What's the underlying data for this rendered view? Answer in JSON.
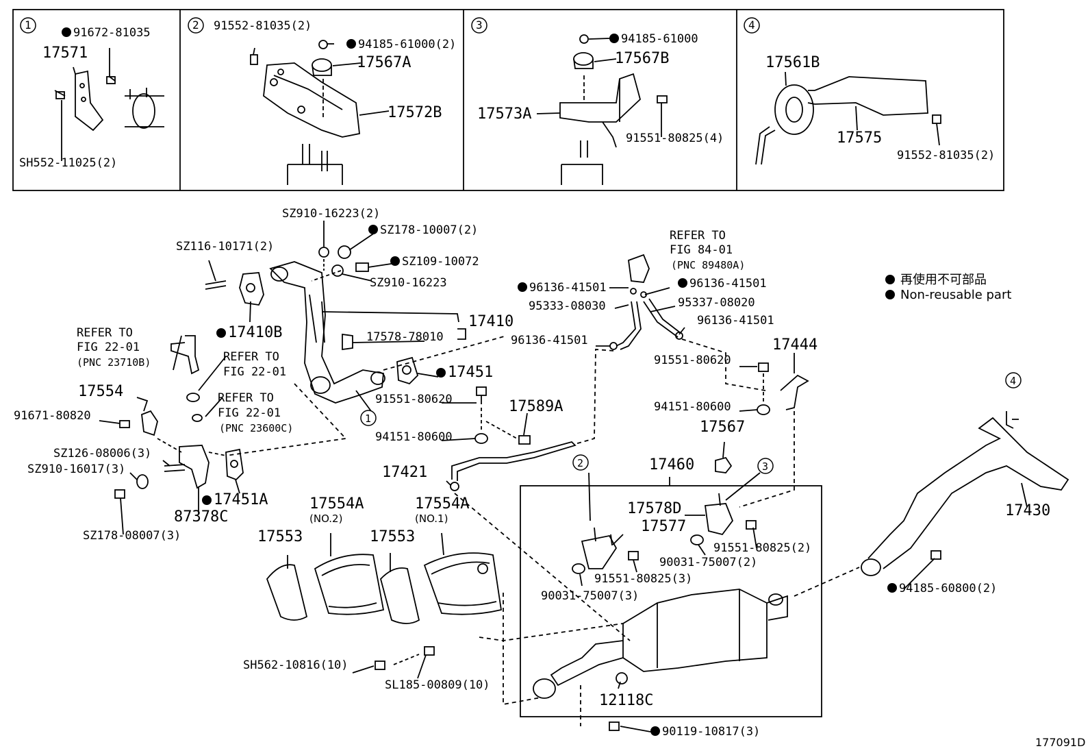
{
  "insets": [
    {
      "num": "1",
      "labels": [
        "91672-81035",
        "17571",
        "SH552-11025(2)"
      ]
    },
    {
      "num": "2",
      "labels": [
        "91552-81035(2)",
        "94185-61000(2)",
        "17567A",
        "17572B"
      ]
    },
    {
      "num": "3",
      "labels": [
        "94185-61000",
        "17567B",
        "17573A",
        "91551-80825(4)"
      ]
    },
    {
      "num": "4",
      "labels": [
        "17561B",
        "17575",
        "91552-81035(2)"
      ]
    }
  ],
  "parts": {
    "sz910_16223_2": "SZ910-16223(2)",
    "sz178_10007_2": "SZ178-10007(2)",
    "sz116_10171_2": "SZ116-10171(2)",
    "sz109_10072": "SZ109-10072",
    "sz910_16223": "SZ910-16223",
    "p17410b": "17410B",
    "p17410": "17410",
    "p17578_78010": "17578-78010",
    "p17451": "17451",
    "p17554": "17554",
    "p91671_80820": "91671-80820",
    "sz126_08006_3": "SZ126-08006(3)",
    "sz910_16017_3": "SZ910-16017(3)",
    "sz178_08007_3": "SZ178-08007(3)",
    "p87378c": "87378C",
    "p17451a": "17451A",
    "p91551_80620_a": "91551-80620",
    "p94151_80600_a": "94151-80600",
    "p17589a": "17589A",
    "p17421": "17421",
    "p96136_41501_a": "96136-41501",
    "p95333_08030": "95333-08030",
    "p96136_41501_b": "96136-41501",
    "p96136_41501_c": "96136-41501",
    "p95337_08020": "95337-08020",
    "p96136_41501_d": "96136-41501",
    "p91551_80620_b": "91551-80620",
    "p17444": "17444",
    "p94151_80600_b": "94151-80600",
    "p17567": "17567",
    "p17460": "17460",
    "p17578d": "17578D",
    "p17577": "17577",
    "p91551_80825_2": "91551-80825(2)",
    "p90031_75007_2": "90031-75007(2)",
    "p91551_80825_3": "91551-80825(3)",
    "p90031_75007_3": "90031-75007(3)",
    "p17430": "17430",
    "p94185_60800_2": "94185-60800(2)",
    "p17553_a": "17553",
    "p17554a_no2": "17554A",
    "no2": "(NO.2)",
    "p17553_b": "17553",
    "p17554a_no1": "17554A",
    "no1": "(NO.1)",
    "sh562_10816_10": "SH562-10816(10)",
    "sl185_00809_10": "SL185-00809(10)",
    "p12118c": "12118C",
    "p90119_10817_3": "90119-10817(3)"
  },
  "refs": {
    "ref_a_1": "REFER TO",
    "ref_a_2": "FIG 22-01",
    "ref_a_3": "(PNC 23710B)",
    "ref_b_1": "REFER TO",
    "ref_b_2": "FIG 22-01",
    "ref_c_1": "REFER TO",
    "ref_c_2": "FIG 22-01",
    "ref_c_3": "(PNC 23600C)",
    "ref_d_1": "REFER TO",
    "ref_d_2": "FIG 84-01",
    "ref_d_3": "(PNC 89480A)"
  },
  "callouts": {
    "c1": "1",
    "c2": "2",
    "c3": "3",
    "c4": "4"
  },
  "legend": {
    "line1": "再使用不可部品",
    "line2": "Non-reusable part"
  },
  "figure_id": "177091D"
}
